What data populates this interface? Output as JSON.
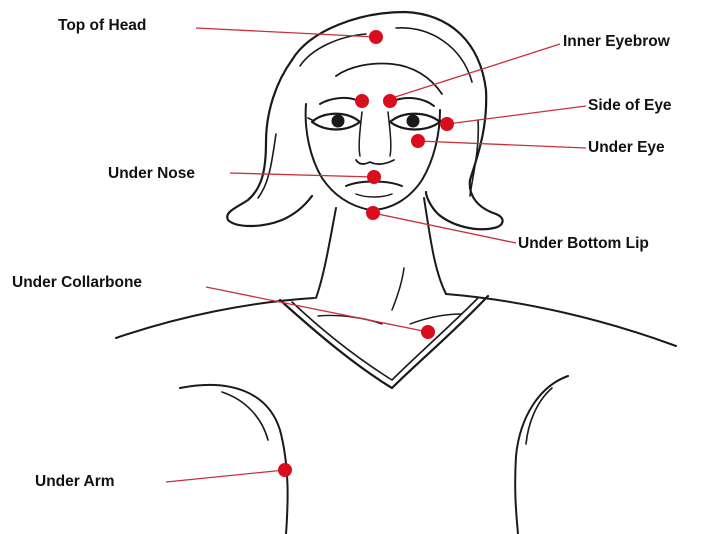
{
  "colors": {
    "point": "#d90d1b",
    "leader": "#c8303a",
    "ink": "#1a1a1a"
  },
  "points": [
    {
      "id": "top-of-head",
      "label": "Top of Head"
    },
    {
      "id": "inner-eyebrow",
      "label": "Inner Eyebrow"
    },
    {
      "id": "side-of-eye",
      "label": "Side of Eye"
    },
    {
      "id": "under-eye",
      "label": "Under Eye"
    },
    {
      "id": "under-nose",
      "label": "Under Nose"
    },
    {
      "id": "under-bottom-lip",
      "label": "Under Bottom Lip"
    },
    {
      "id": "under-collarbone",
      "label": "Under Collarbone"
    },
    {
      "id": "under-arm",
      "label": "Under Arm"
    }
  ]
}
